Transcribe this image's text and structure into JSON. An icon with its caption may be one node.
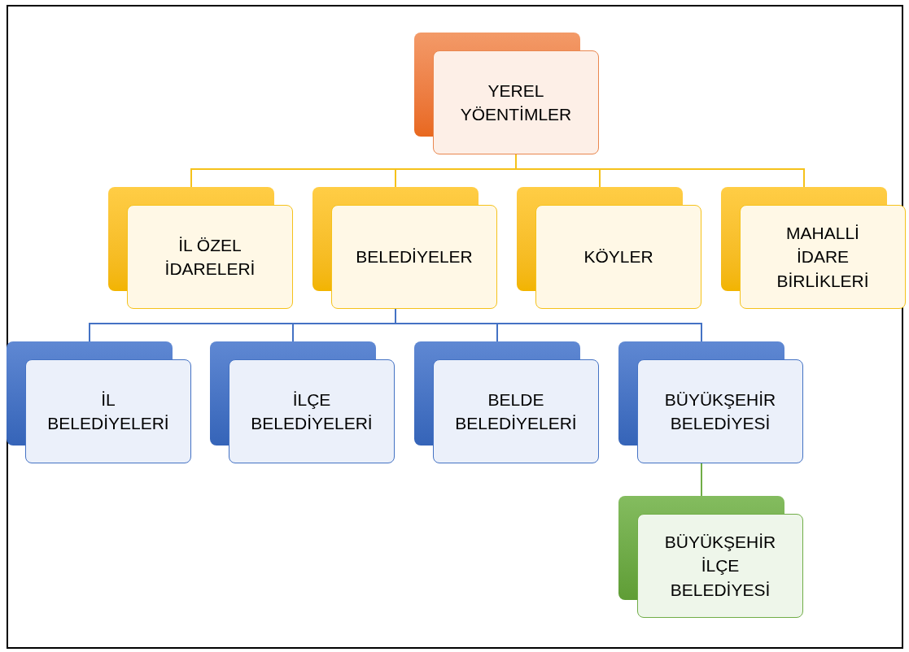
{
  "diagram": {
    "nodes": [
      {
        "text": [
          "YEREL YÖENTİMLER"
        ]
      },
      {
        "text": [
          "İL ÖZEL İDARELERİ"
        ]
      },
      {
        "text": [
          "BELEDİYELER"
        ]
      },
      {
        "text": [
          "KÖYLER"
        ]
      },
      {
        "text": [
          "MAHALLİ İDARE BİRLİKLERİ"
        ]
      },
      {
        "text": [
          "İL BELEDİYELERİ"
        ]
      },
      {
        "text": [
          "İLÇE BELEDİYELERİ"
        ]
      },
      {
        "text": [
          "BELDE BELEDİYELERİ"
        ]
      },
      {
        "text": [
          "BÜYÜKŞEHİR BELEDİYESİ"
        ]
      },
      {
        "text": [
          "BÜYÜKŞEHİR İLÇE BELEDİYESİ"
        ]
      }
    ],
    "edges": [
      {
        "from": 0,
        "to": 1,
        "arrow": "none",
        "color": "#f5c21b"
      },
      {
        "from": 0,
        "to": 2,
        "arrow": "none",
        "color": "#f5c21b"
      },
      {
        "from": 0,
        "to": 3,
        "arrow": "none",
        "color": "#f5c21b"
      },
      {
        "from": 0,
        "to": 4,
        "arrow": "none",
        "color": "#f5c21b"
      },
      {
        "from": 2,
        "to": 5,
        "arrow": "none",
        "color": "#4472c4"
      },
      {
        "from": 2,
        "to": 6,
        "arrow": "none",
        "color": "#4472c4"
      },
      {
        "from": 2,
        "to": 7,
        "arrow": "none",
        "color": "#4472c4"
      },
      {
        "from": 2,
        "to": 8,
        "arrow": "none",
        "color": "#4472c4"
      },
      {
        "from": 8,
        "to": 9,
        "arrow": "none",
        "color": "#70ad47"
      }
    ]
  }
}
